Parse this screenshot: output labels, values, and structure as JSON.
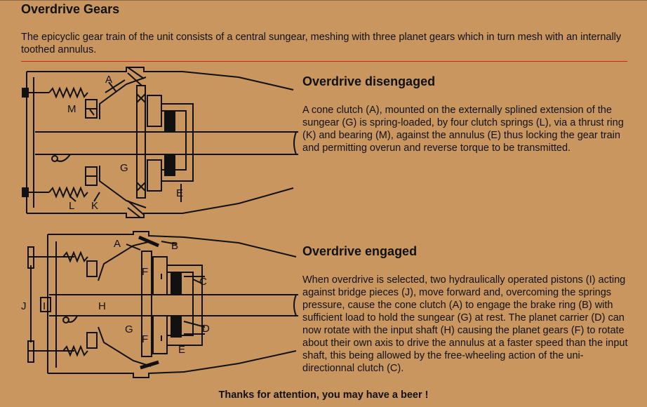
{
  "page": {
    "title": "Overdrive Gears",
    "intro": "The epicyclic gear train of the unit consists of a central sungear, meshing with three planet gears which in turn mesh with an internally toothed annulus.",
    "thanks": "Thanks for attention, you may have a beer !"
  },
  "section_disengaged": {
    "heading": "Overdrive disengaged",
    "text": "A cone clutch (A), mounted on the externally splined extension of the sungear (G) is spring-loaded, by four clutch springs (L), via a thrust ring (K) and bearing (M), against the annulus (E) thus locking the gear train and permitting overun and reverse torque to be transmitted.",
    "labels": {
      "a": "A",
      "m": "M",
      "g": "G",
      "e": "E",
      "l": "L",
      "k": "K"
    }
  },
  "section_engaged": {
    "heading": "Overdrive engaged",
    "text": "When overdrive is selected, two hydraulically operated pistons (I) acting against bridge pieces (J), move forward and, overcoming the springs pressure, cause the cone clutch (A) to engage the brake ring (B) with sufficient load to hold the sungear (G) at rest. The planet carrier (D) can now rotate with the input shaft (H) causing the planet gears (F) to rotate about their own axis to drive the annulus at a faster speed than the input shaft, this being allowed by the free-wheeling action of the uni-directionnal clutch (C).",
    "labels": {
      "a": "A",
      "b": "B",
      "c": "C",
      "d": "D",
      "e": "E",
      "f1": "F",
      "f2": "F",
      "g": "G",
      "h": "H",
      "i": "I",
      "j": "J"
    }
  },
  "colors": {
    "background": "#c9965f",
    "rule": "#d02020",
    "ink": "#111111"
  }
}
